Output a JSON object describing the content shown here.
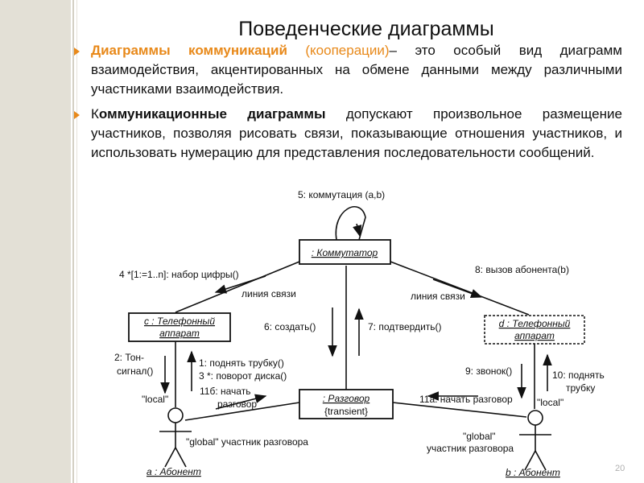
{
  "slide": {
    "title": "Поведенческие диаграммы",
    "number": "20",
    "bullet_color": "#e8891a"
  },
  "paragraph1": {
    "strong": "Диаграммы коммуникаций",
    "paren": "(кооперации)",
    "rest_line1": "– это особый вид диаграмм",
    "line2": "взаимодействия, акцентированных на обмене данными между",
    "line3": "различными участниками взаимодействия."
  },
  "paragraph2": {
    "first_letter": "К",
    "strong": "оммуникационные диаграммы",
    "rest_line1": "допускают произвольное",
    "line2": "размещение участников, позволяя рисовать связи, показывающие",
    "line3": "отношения участников, и использовать нумерацию для представления",
    "line4": "последовательности сообщений."
  },
  "diagram": {
    "objects": {
      "commutator": ": Коммутатор",
      "phone_c": [
        "c : Телефонный",
        "аппарат"
      ],
      "phone_d": [
        "d : Телефонный",
        "аппарат"
      ],
      "conversation": [
        ": Разговор",
        "{transient}"
      ]
    },
    "actors": {
      "a": "a : Абонент",
      "b": "b : Абонент"
    },
    "messages": {
      "m5": "5: коммутация (a,b)",
      "m4": "4 *[1:=1..n]: набор цифры()",
      "m8": "8: вызов абонента(b)",
      "m6": "6: создать()",
      "m7": "7: подтвердить()",
      "m2": [
        "2: Тон-",
        "сигнал()"
      ],
      "m1": "1: поднять трубку()",
      "m3": "3  *: поворот диска()",
      "m11b": [
        "11б: начать",
        "разговор"
      ],
      "m11a": "11а: начать разговор",
      "m9": "9: звонок()",
      "m10": [
        "10: поднять",
        "трубку"
      ]
    },
    "link_labels": {
      "left": "линия связи",
      "right": "линия связи"
    },
    "role_labels": {
      "local_left": "\"local\"",
      "global_left": "\"global\" участник разговора",
      "local_right": "\"local\"",
      "global_right": [
        "\"global\"",
        "участник разговора"
      ]
    }
  }
}
